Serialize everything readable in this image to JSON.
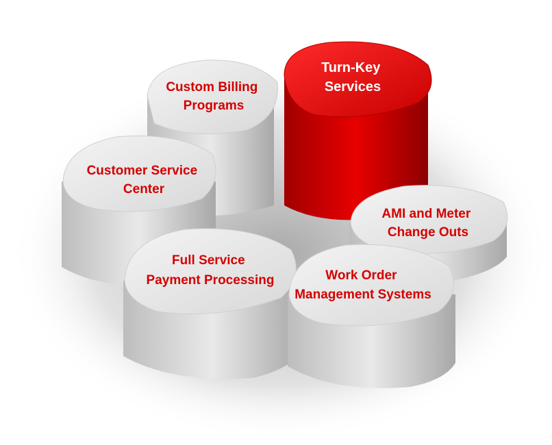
{
  "colors": {
    "accent_red": "#e10000",
    "red_label": "#d40000",
    "gear_gray": "#e6e6e6",
    "white_label": "#ffffff"
  },
  "gears": [
    {
      "name": "custom-billing",
      "lines": [
        "Custom Billing",
        "Programs"
      ],
      "color": "gray"
    },
    {
      "name": "turn-key",
      "lines": [
        "Turn-Key",
        "Services"
      ],
      "color": "red"
    },
    {
      "name": "customer-service",
      "lines": [
        "Customer Service",
        "Center"
      ],
      "color": "gray"
    },
    {
      "name": "ami-meter",
      "lines": [
        "AMI and Meter",
        "Change Outs"
      ],
      "color": "gray"
    },
    {
      "name": "payment-processing",
      "lines": [
        "Full Service",
        "Payment Processing"
      ],
      "color": "gray"
    },
    {
      "name": "work-order",
      "lines": [
        "Work Order",
        "Management Systems"
      ],
      "color": "gray"
    }
  ]
}
